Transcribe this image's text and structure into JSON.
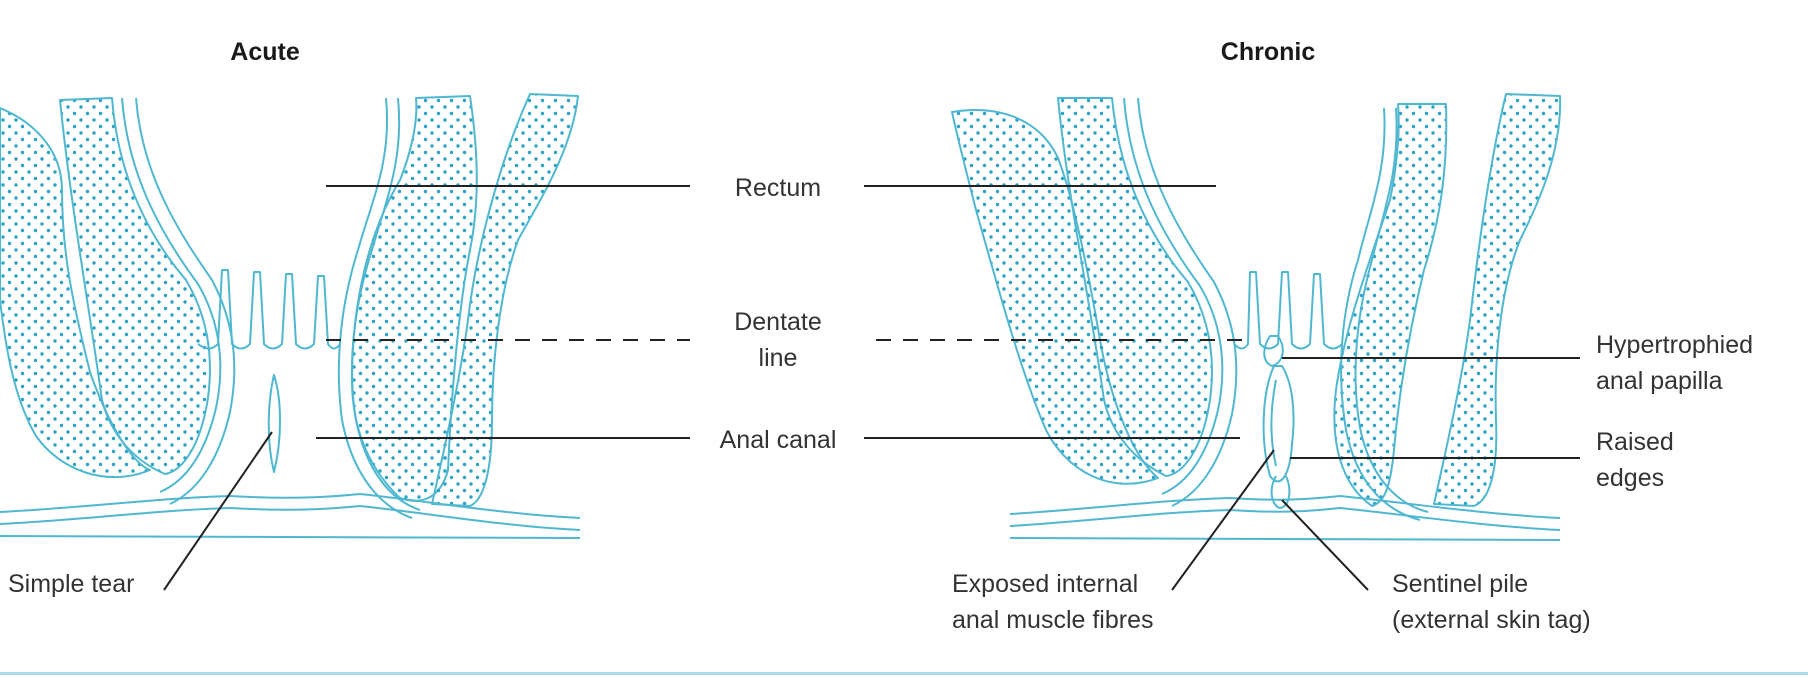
{
  "panels": {
    "acute": {
      "title": "Acute"
    },
    "chronic": {
      "title": "Chronic"
    }
  },
  "labels": {
    "rectum": "Rectum",
    "dentate_line_1": "Dentate",
    "dentate_line_2": "line",
    "anal_canal": "Anal canal",
    "simple_tear": "Simple tear",
    "hypertrophied_1": "Hypertrophied",
    "hypertrophied_2": "anal papilla",
    "raised_1": "Raised",
    "raised_2": "edges",
    "exposed_1": "Exposed internal",
    "exposed_2": "anal muscle fibres",
    "sentinel_1": "Sentinel pile",
    "sentinel_2": "(external skin tag)"
  },
  "colors": {
    "tissue_outline": "#4fb8d0",
    "tissue_dots": "#2aa3c4",
    "leader_lines": "#222222",
    "bottom_rule": "#a9dbe8"
  }
}
